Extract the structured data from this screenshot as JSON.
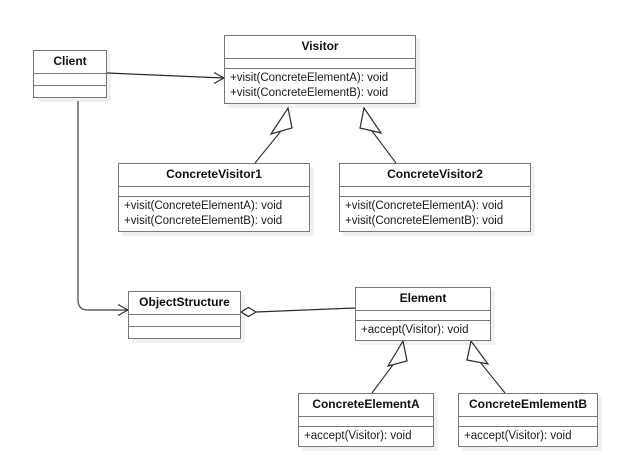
{
  "diagram": {
    "kind": "uml-class-diagram",
    "pattern_name": "Visitor",
    "background_color": "#ffffff",
    "border_color": "#777777",
    "text_color": "#101010"
  },
  "classes": {
    "client": {
      "name": "Client",
      "operations": []
    },
    "visitor": {
      "name": "Visitor",
      "operations": [
        "+visit(ConcreteElementA): void",
        "+visit(ConcreteElementB): void"
      ]
    },
    "concrete_visitor_1": {
      "name": "ConcreteVisitor1",
      "operations": [
        "+visit(ConcreteElementA): void",
        "+visit(ConcreteElementB): void"
      ]
    },
    "concrete_visitor_2": {
      "name": "ConcreteVisitor2",
      "operations": [
        "+visit(ConcreteElementA): void",
        "+visit(ConcreteElementB): void"
      ]
    },
    "object_structure": {
      "name": "ObjectStructure",
      "operations": []
    },
    "element": {
      "name": "Element",
      "operations": [
        "+accept(Visitor): void"
      ]
    },
    "concrete_element_a": {
      "name": "ConcreteElementA",
      "operations": [
        "+accept(Visitor): void"
      ]
    },
    "concrete_element_b": {
      "name": "ConcreteEmlementB",
      "operations": [
        "+accept(Visitor): void"
      ]
    }
  },
  "relations": [
    {
      "id": "client-visitor",
      "type": "association",
      "from": "Client",
      "to": "Visitor",
      "arrow": "open-arrow"
    },
    {
      "id": "client-objectstructure",
      "type": "association",
      "from": "Client",
      "to": "ObjectStructure",
      "arrow": "open-arrow"
    },
    {
      "id": "objectstructure-element",
      "type": "aggregation",
      "from": "ObjectStructure",
      "to": "Element",
      "arrow": "hollow-diamond"
    },
    {
      "id": "cv1-visitor",
      "type": "generalization",
      "from": "ConcreteVisitor1",
      "to": "Visitor",
      "arrow": "hollow-triangle"
    },
    {
      "id": "cv2-visitor",
      "type": "generalization",
      "from": "ConcreteVisitor2",
      "to": "Visitor",
      "arrow": "hollow-triangle"
    },
    {
      "id": "cea-element",
      "type": "generalization",
      "from": "ConcreteElementA",
      "to": "Element",
      "arrow": "hollow-triangle"
    },
    {
      "id": "ceb-element",
      "type": "generalization",
      "from": "ConcreteEmlementB",
      "to": "Element",
      "arrow": "hollow-triangle"
    }
  ]
}
